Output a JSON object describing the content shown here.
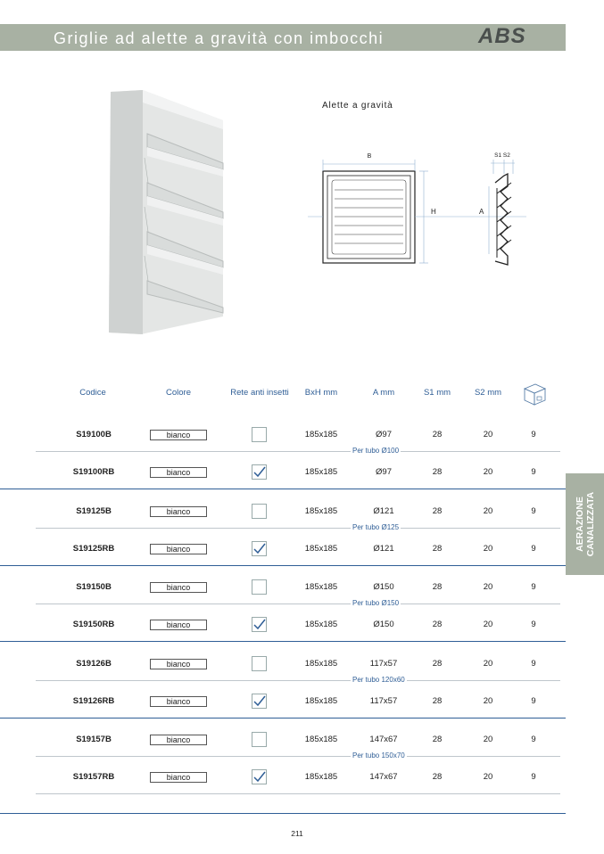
{
  "header": {
    "title": "Griglie ad alette a gravità con imbocchi",
    "tag": "ABS"
  },
  "diagram": {
    "title": "Alette a gravità",
    "labels": {
      "b": "B",
      "h": "H",
      "a": "A",
      "s1s2": "S1 S2"
    }
  },
  "table": {
    "headers": {
      "codice": "Codice",
      "colore": "Colore",
      "rete": "Rete anti insetti",
      "bxh": "BxH mm",
      "amm": "A mm",
      "s1": "S1 mm",
      "s2": "S2 mm",
      "box_icon": "box-icon"
    },
    "rows": [
      {
        "code": "S19100B",
        "color": "bianco",
        "net": false,
        "bxh": "185x185",
        "a": "Ø97",
        "s1": "28",
        "s2": "20",
        "qty": "9"
      },
      {
        "code": "S19100RB",
        "color": "bianco",
        "net": true,
        "bxh": "185x185",
        "a": "Ø97",
        "s1": "28",
        "s2": "20",
        "qty": "9"
      },
      {
        "code": "S19125B",
        "color": "bianco",
        "net": false,
        "bxh": "185x185",
        "a": "Ø121",
        "s1": "28",
        "s2": "20",
        "qty": "9"
      },
      {
        "code": "S19125RB",
        "color": "bianco",
        "net": true,
        "bxh": "185x185",
        "a": "Ø121",
        "s1": "28",
        "s2": "20",
        "qty": "9"
      },
      {
        "code": "S19150B",
        "color": "bianco",
        "net": false,
        "bxh": "185x185",
        "a": "Ø150",
        "s1": "28",
        "s2": "20",
        "qty": "9"
      },
      {
        "code": "S19150RB",
        "color": "bianco",
        "net": true,
        "bxh": "185x185",
        "a": "Ø150",
        "s1": "28",
        "s2": "20",
        "qty": "9"
      },
      {
        "code": "S19126B",
        "color": "bianco",
        "net": false,
        "bxh": "185x185",
        "a": "117x57",
        "s1": "28",
        "s2": "20",
        "qty": "9"
      },
      {
        "code": "S19126RB",
        "color": "bianco",
        "net": true,
        "bxh": "185x185",
        "a": "117x57",
        "s1": "28",
        "s2": "20",
        "qty": "9"
      },
      {
        "code": "S19157B",
        "color": "bianco",
        "net": false,
        "bxh": "185x185",
        "a": "147x67",
        "s1": "28",
        "s2": "20",
        "qty": "9"
      },
      {
        "code": "S19157RB",
        "color": "bianco",
        "net": true,
        "bxh": "185x185",
        "a": "147x67",
        "s1": "28",
        "s2": "20",
        "qty": "9"
      }
    ],
    "groups": [
      {
        "tube": "Per tubo Ø100"
      },
      {
        "tube": "Per tubo Ø125"
      },
      {
        "tube": "Per tubo Ø150"
      },
      {
        "tube": "Per tubo 120x60"
      },
      {
        "tube": "Per tubo 150x70"
      }
    ]
  },
  "side_tab": {
    "line1": "AERAZIONE",
    "line2": "CANALIZZATA"
  },
  "page_number": "211",
  "colors": {
    "accent": "#2f5e96",
    "header_bg": "#a8b1a3",
    "tag_text": "#4a4f4d"
  }
}
